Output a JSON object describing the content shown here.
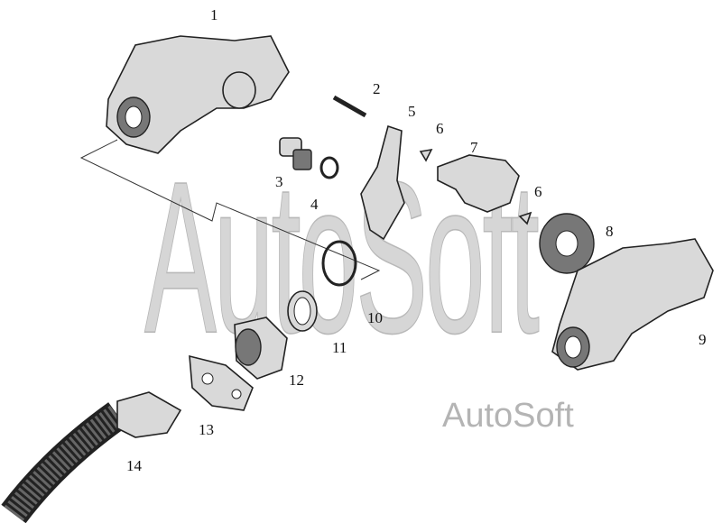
{
  "diagram": {
    "watermark": "AutoSoft",
    "watermark_small": "AutoSoft",
    "labels": [
      "1",
      "2",
      "3",
      "4",
      "5",
      "6",
      "6",
      "7",
      "8",
      "9",
      "10",
      "11",
      "12",
      "13",
      "14"
    ]
  }
}
